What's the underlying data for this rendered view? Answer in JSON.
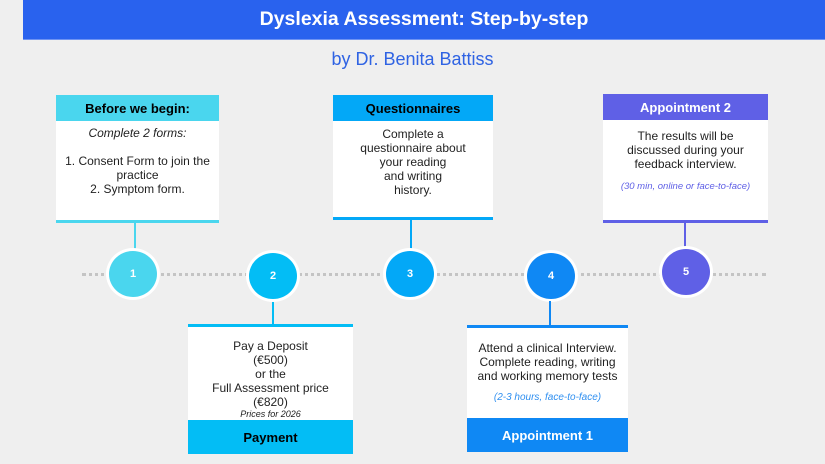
{
  "header": {
    "title": "Dyslexia Assessment: Step-by-step",
    "subtitle": "by Dr. Benita Battiss"
  },
  "colors": {
    "header_bg": "#2962ee",
    "step1": "#4ad6ee",
    "step2": "#03bdf5",
    "step3": "#03a8f7",
    "step4": "#0f88f4",
    "step5": "#5f60e6"
  },
  "steps": [
    {
      "number": "1",
      "title": "Before we begin:",
      "intro": "Complete 2 forms:",
      "lines": [
        "1. Consent Form to join the practice",
        "2. Symptom form."
      ]
    },
    {
      "number": "2",
      "title": "Payment",
      "lines": [
        "Pay a Deposit",
        "(€500)",
        "or the",
        "Full Assessment price",
        "(€820)"
      ],
      "note": "Prices for 2026"
    },
    {
      "number": "3",
      "title": "Questionnaires",
      "lines": [
        "Complete a",
        "questionnaire about",
        "your reading",
        "and writing",
        "history."
      ]
    },
    {
      "number": "4",
      "title": "Appointment 1",
      "lines": [
        "Attend a clinical Interview.",
        "Complete reading, writing",
        "and working memory tests"
      ],
      "note": "(2-3 hours, face-to-face)"
    },
    {
      "number": "5",
      "title": "Appointment 2",
      "lines": [
        "The results will be",
        "discussed during your",
        "feedback interview."
      ],
      "note": "(30 min, online or face-to-face)"
    }
  ]
}
